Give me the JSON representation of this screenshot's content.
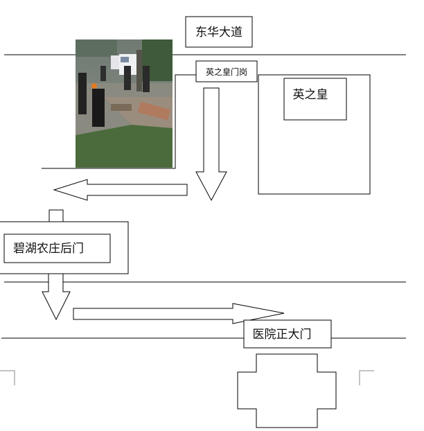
{
  "labels": {
    "road_top": "东华大道",
    "gate_post": "英之皇门岗",
    "building": "英之皇",
    "back_gate": "碧湖农庄后门",
    "hospital_gate": "医院正大门"
  },
  "photo": {
    "description_icon": "photo-icon"
  },
  "colors": {
    "line": "#000000",
    "background": "#ffffff"
  }
}
